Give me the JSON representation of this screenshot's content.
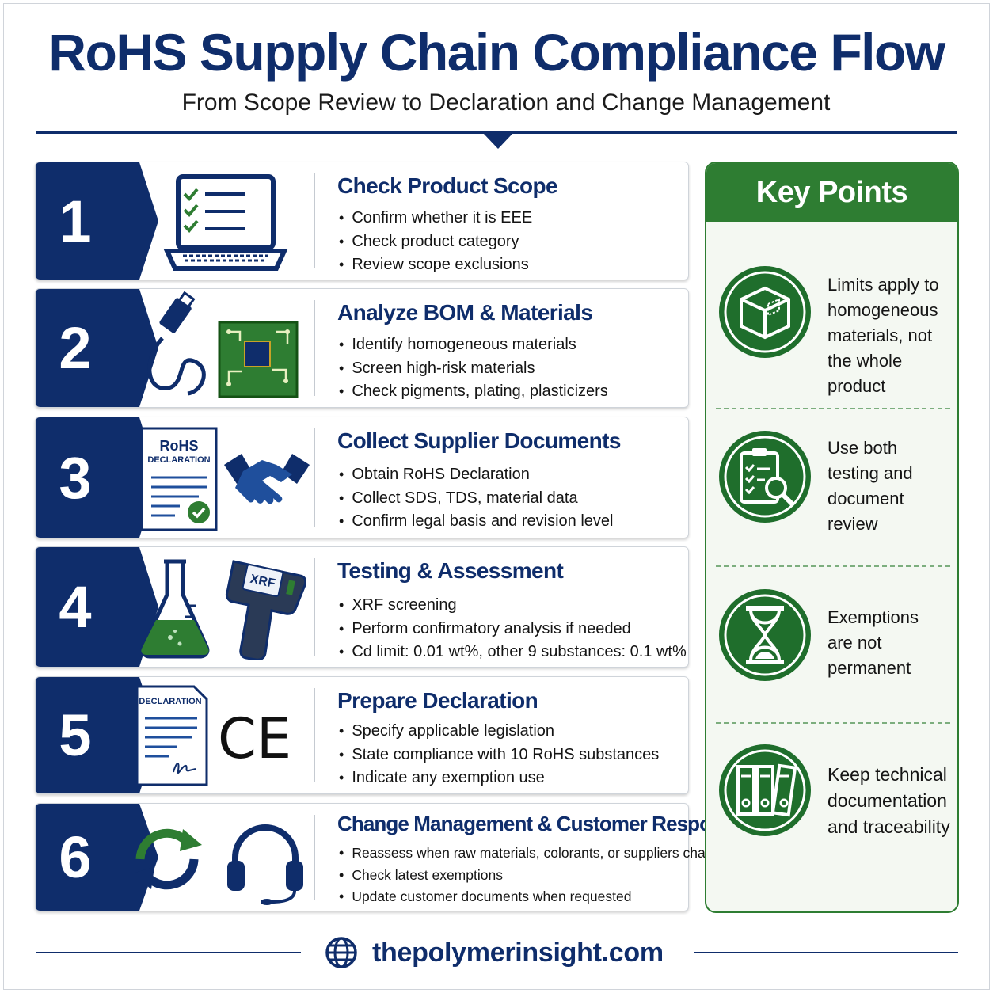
{
  "header": {
    "title": "RoHS Supply Chain Compliance Flow",
    "subtitle": "From Scope Review to Declaration and Change Management"
  },
  "colors": {
    "navy": "#0f2d6b",
    "green": "#2e7d32"
  },
  "steps": [
    {
      "number": "1",
      "heading": "Check Product Scope",
      "icons": [
        "laptop-checklist-icon"
      ],
      "bullets": [
        "Confirm whether it is EEE",
        "Check product category",
        "Review scope exclusions"
      ]
    },
    {
      "number": "2",
      "heading": "Analyze BOM & Materials",
      "icons": [
        "usb-cable-icon",
        "circuit-board-icon"
      ],
      "bullets": [
        "Identify homogeneous materials",
        "Screen high-risk materials",
        "Check pigments, plating, plasticizers"
      ]
    },
    {
      "number": "3",
      "heading": "Collect Supplier Documents",
      "icons": [
        "rohs-declaration-document-icon",
        "handshake-icon"
      ],
      "doc_title": "RoHS",
      "doc_subtitle": "DECLARATION",
      "bullets": [
        "Obtain RoHS Declaration",
        "Collect SDS, TDS, material data",
        "Confirm legal basis and revision level"
      ]
    },
    {
      "number": "4",
      "heading": "Testing & Assessment",
      "icons": [
        "lab-flask-icon",
        "xrf-analyzer-icon"
      ],
      "device_label": "XRF",
      "bullets": [
        "XRF screening",
        "Perform confirmatory analysis if needed",
        "Cd limit: 0.01 wt%, other 9 substances: 0.1 wt%"
      ]
    },
    {
      "number": "5",
      "heading": "Prepare Declaration",
      "icons": [
        "signed-declaration-icon",
        "ce-mark-icon"
      ],
      "doc_title": "DECLARATION",
      "mark": "CE",
      "bullets": [
        "Specify applicable legislation",
        "State compliance with 10 RoHS substances",
        "Indicate any exemption use"
      ]
    },
    {
      "number": "6",
      "heading": "Change Management & Customer Response",
      "icons": [
        "refresh-cycle-icon",
        "headset-icon"
      ],
      "bullets": [
        "Reassess when raw materials, colorants, or suppliers change",
        "Check latest exemptions",
        "Update customer documents when requested"
      ]
    }
  ],
  "key_points": {
    "title": "Key Points",
    "items": [
      {
        "icon": "box-icon",
        "lines": [
          "Limits apply to",
          "homogeneous",
          "materials, not",
          "the whole product"
        ]
      },
      {
        "icon": "clipboard-magnifier-icon",
        "lines": [
          "Use both",
          "testing and",
          "document",
          "review"
        ]
      },
      {
        "icon": "hourglass-icon",
        "lines": [
          "Exemptions",
          "are not",
          "permanent"
        ]
      },
      {
        "icon": "binders-icon",
        "lines": [
          "Keep technical",
          "documentation",
          "and traceability"
        ]
      }
    ]
  },
  "footer": {
    "icon": "globe-icon",
    "url": "thepolymerinsight.com"
  }
}
